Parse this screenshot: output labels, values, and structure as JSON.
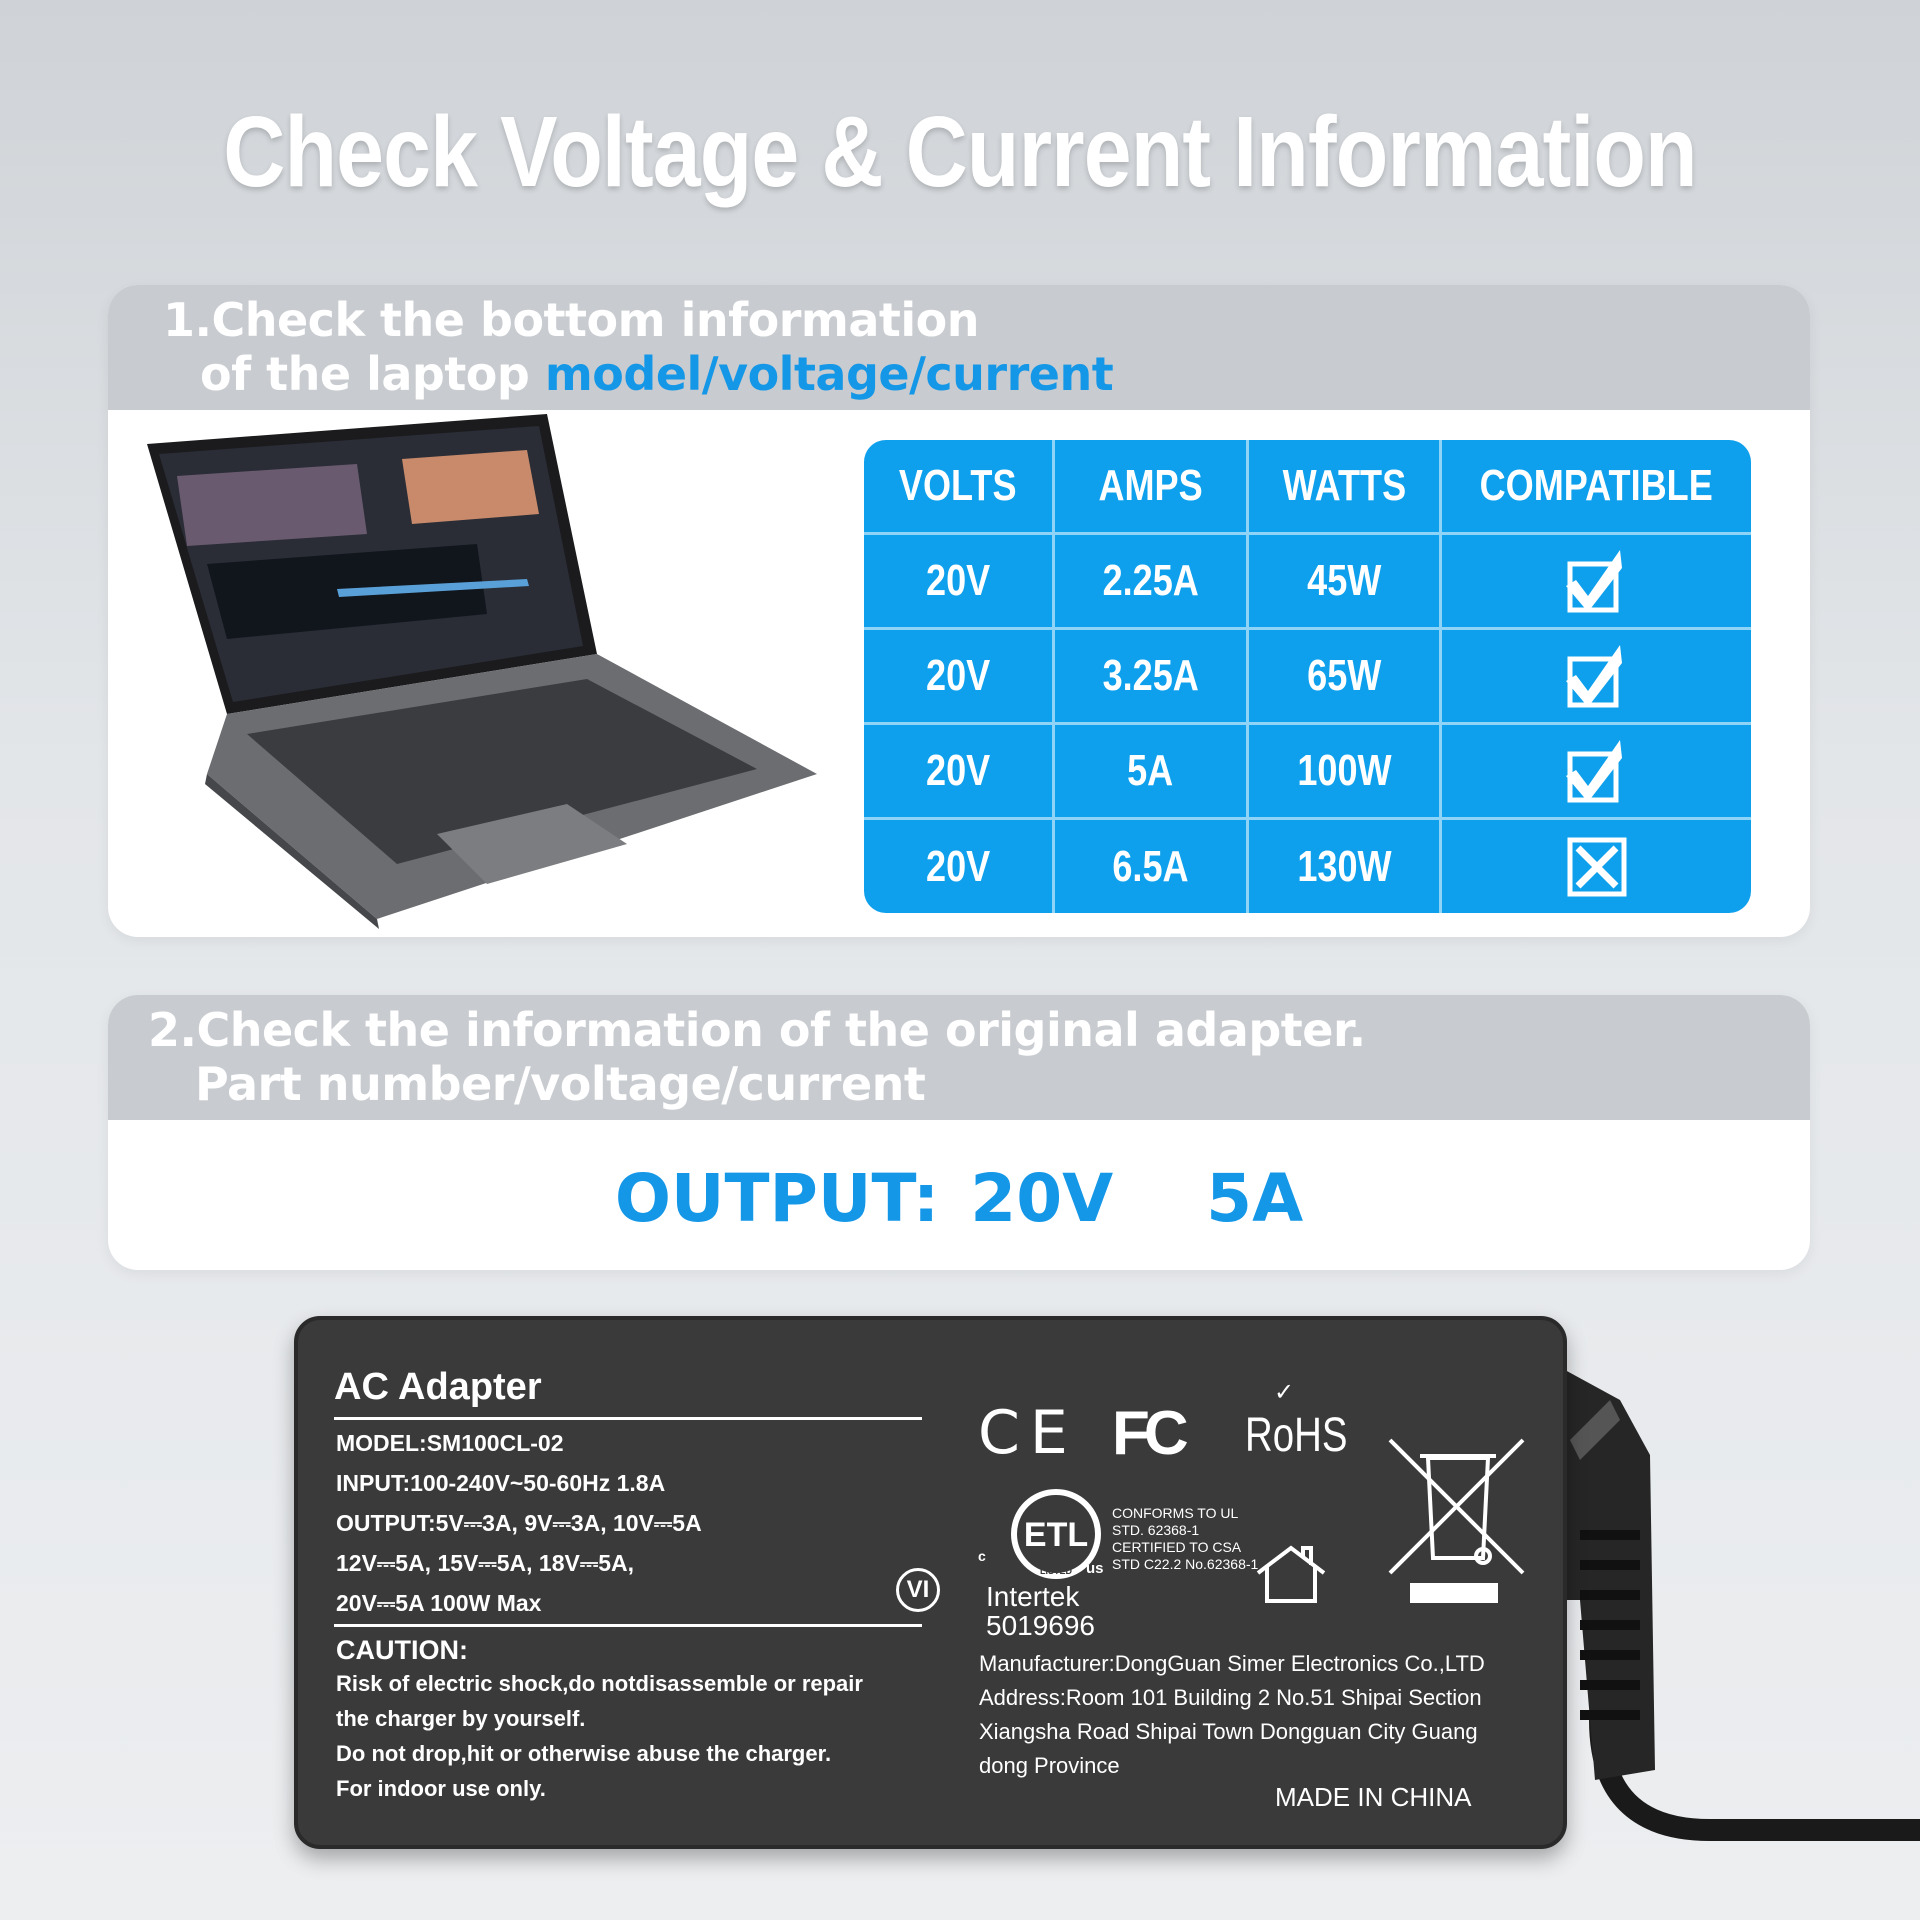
{
  "title": "Check Voltage & Current Information",
  "step1": {
    "line1": "1.Check the bottom information",
    "line2_prefix": "of the laptop ",
    "line2_highlight": "model/voltage/current"
  },
  "table": {
    "headers": [
      "VOLTS",
      "AMPS",
      "WATTS",
      "COMPATIBLE"
    ],
    "rows": [
      {
        "volts": "20V",
        "amps": "2.25A",
        "watts": "45W",
        "compatible": true
      },
      {
        "volts": "20V",
        "amps": "3.25A",
        "watts": "65W",
        "compatible": true
      },
      {
        "volts": "20V",
        "amps": "5A",
        "watts": "100W",
        "compatible": true
      },
      {
        "volts": "20V",
        "amps": "6.5A",
        "watts": "130W",
        "compatible": false
      }
    ]
  },
  "step2": {
    "line1": "2.Check the information of the original adapter.",
    "line2": "Part number/voltage/current"
  },
  "output": {
    "label": "OUTPUT:",
    "voltage": "20V",
    "current": "5A"
  },
  "label": {
    "title": "AC Adapter",
    "model": "MODEL:SM100CL-02",
    "input": "INPUT:100-240V~50-60Hz 1.8A",
    "output1": "OUTPUT:5V⎓3A,  9V⎓3A,  10V⎓5A",
    "output2": "12V⎓5A,  15V⎓5A,  18V⎓5A,",
    "output3": "20V⎓5A  100W Max",
    "vi": "VI",
    "caution_title": "CAUTION:",
    "caution": [
      "Risk of electric shock,do notdisassemble or repair",
      "the charger by yourself.",
      "Do not drop,hit or otherwise abuse the charger.",
      "For indoor use only."
    ],
    "ce": "CE",
    "fcc": "FC",
    "rohs": "RoHS",
    "etl": "ETL",
    "etl_c": "c",
    "etl_us": "us",
    "etl_listed": "LISTED",
    "intertek": "Intertek",
    "intertek_no": "5019696",
    "conforms": [
      "CONFORMS TO UL",
      "STD. 62368-1",
      "CERTIFIED TO CSA",
      "STD C22.2 No.62368-1"
    ],
    "manufacturer": [
      "Manufacturer:DongGuan Simer Electronics Co.,LTD",
      "Address:Room 101 Building 2 No.51 Shipai Section",
      "Xiangsha Road Shipai Town Dongguan City Guang",
      "dong Province"
    ],
    "made_in": "MADE IN CHINA"
  },
  "colors": {
    "accent": "#1597e8",
    "table": "#0ea0ec",
    "adapter": "#3a3a3a"
  }
}
